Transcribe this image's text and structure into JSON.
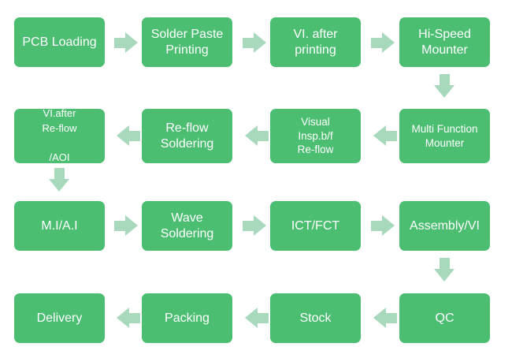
{
  "diagram": {
    "title": "SMT PCB Assembly Process Flow",
    "background_color": "#ffffff",
    "node_color": "#4cbe72",
    "node_text_color": "#ffffff",
    "arrow_color": "#a9d9bd",
    "nodes": [
      {
        "id": "pcb-loading",
        "label": "PCB Loading",
        "row": 1,
        "col": 1,
        "size": "normal"
      },
      {
        "id": "solder-paste-printing",
        "label": "Solder Paste\nPrinting",
        "row": 1,
        "col": 2,
        "size": "normal"
      },
      {
        "id": "vi-after-printing",
        "label": "VI. after\nprinting",
        "row": 1,
        "col": 3,
        "size": "normal"
      },
      {
        "id": "hi-speed-mounter",
        "label": "Hi-Speed\nMounter",
        "row": 1,
        "col": 4,
        "size": "normal"
      },
      {
        "id": "vi-after-reflow-aoi",
        "label": "VI.after\nRe-flow\n\n/AOI",
        "row": 2,
        "col": 1,
        "size": "xsmall"
      },
      {
        "id": "re-flow-soldering",
        "label": "Re-flow\nSoldering",
        "row": 2,
        "col": 2,
        "size": "normal"
      },
      {
        "id": "visual-insp-bf-reflow",
        "label": "Visual\nInsp.b/f\nRe-flow",
        "row": 2,
        "col": 3,
        "size": "small"
      },
      {
        "id": "multi-function-mounter",
        "label": "Multi Function\nMounter",
        "row": 2,
        "col": 4,
        "size": "small"
      },
      {
        "id": "mi-ai",
        "label": "M.I/A.I",
        "row": 3,
        "col": 1,
        "size": "normal"
      },
      {
        "id": "wave-soldering",
        "label": "Wave\nSoldering",
        "row": 3,
        "col": 2,
        "size": "normal"
      },
      {
        "id": "ict-fct",
        "label": "ICT/FCT",
        "row": 3,
        "col": 3,
        "size": "normal"
      },
      {
        "id": "assembly-vi",
        "label": "Assembly/VI",
        "row": 3,
        "col": 4,
        "size": "normal"
      },
      {
        "id": "delivery",
        "label": "Delivery",
        "row": 4,
        "col": 1,
        "size": "normal"
      },
      {
        "id": "packing",
        "label": "Packing",
        "row": 4,
        "col": 2,
        "size": "normal"
      },
      {
        "id": "stock",
        "label": "Stock",
        "row": 4,
        "col": 3,
        "size": "normal"
      },
      {
        "id": "qc",
        "label": "QC",
        "row": 4,
        "col": 4,
        "size": "normal"
      }
    ],
    "connectors": [
      {
        "id": "arrow-pcb-loading-to-solder-paste-printing",
        "direction": "right"
      },
      {
        "id": "arrow-solder-paste-printing-to-vi-after-printing",
        "direction": "right"
      },
      {
        "id": "arrow-vi-after-printing-to-hi-speed-mounter",
        "direction": "right"
      },
      {
        "id": "arrow-hi-speed-mounter-to-multi-function-mounter",
        "direction": "down"
      },
      {
        "id": "arrow-multi-function-mounter-to-visual-insp",
        "direction": "left"
      },
      {
        "id": "arrow-visual-insp-to-re-flow-soldering",
        "direction": "left"
      },
      {
        "id": "arrow-re-flow-soldering-to-vi-after-reflow",
        "direction": "left"
      },
      {
        "id": "arrow-vi-after-reflow-to-mi-ai",
        "direction": "down"
      },
      {
        "id": "arrow-mi-ai-to-wave-soldering",
        "direction": "right"
      },
      {
        "id": "arrow-wave-soldering-to-ict-fct",
        "direction": "right"
      },
      {
        "id": "arrow-ict-fct-to-assembly-vi",
        "direction": "right"
      },
      {
        "id": "arrow-assembly-vi-to-qc",
        "direction": "down"
      },
      {
        "id": "arrow-qc-to-stock",
        "direction": "left"
      },
      {
        "id": "arrow-stock-to-packing",
        "direction": "left"
      },
      {
        "id": "arrow-packing-to-delivery",
        "direction": "left"
      }
    ]
  }
}
